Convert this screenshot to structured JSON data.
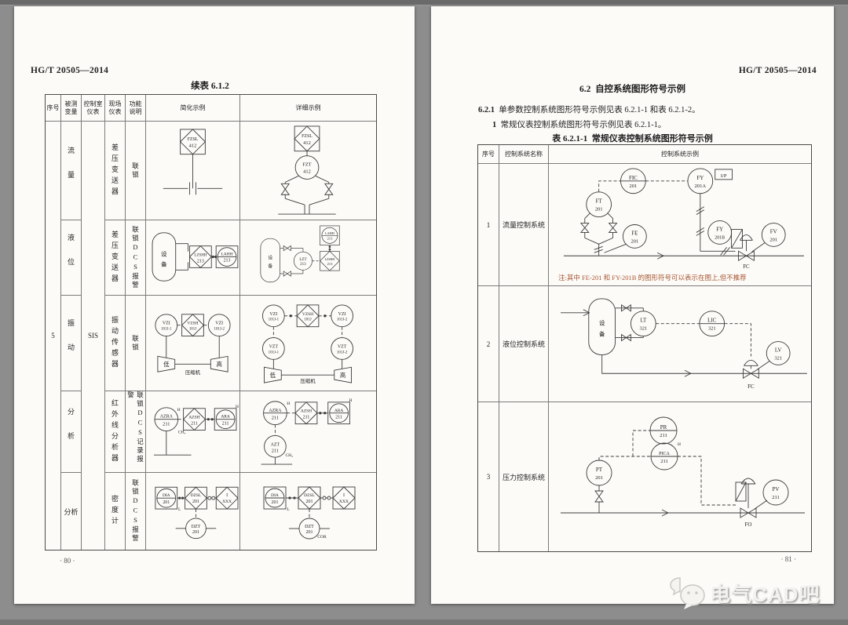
{
  "left": {
    "header": "HG/T 20505—2014",
    "table_title": "续表 6.1.2",
    "cols": {
      "c1": "序号",
      "c2": "被测变量",
      "c3": "控制室仪表",
      "c4": "现场仪表",
      "c5": "功能说明",
      "c6": "简化示例",
      "c7": "详细示例"
    },
    "seq": "5",
    "control_room": "SIS",
    "rows": [
      {
        "v": "流量",
        "f": "差压变送器",
        "fn": "联锁"
      },
      {
        "v": "液位",
        "f": "差压变送器",
        "fn": "联锁DCS报警"
      },
      {
        "v": "振动",
        "f": "振动传感器",
        "fn": "联锁"
      },
      {
        "v": "分析",
        "f": "红外线分析器",
        "fn": "联锁DCS记录报警"
      },
      {
        "v": "分析",
        "f": "密度计",
        "fn": "联锁DCS报警"
      }
    ],
    "pageno": "· 80 ·"
  },
  "right": {
    "header": "HG/T 20505—2014",
    "section_no": "6.2",
    "section_title": "自控系统图形符号示例",
    "p1_no": "6.2.1",
    "p1_text": "单参数控制系统图形符号示例见表 6.2.1-1 和表 6.2.1-2。",
    "p2_no": "1",
    "p2_text": "常规仪表控制系统图形符号示例见表 6.2.1-1。",
    "table_no": "表 6.2.1-1",
    "table_title": "常规仪表控制系统图形符号示例",
    "cols": {
      "c1": "序号",
      "c2": "控制系统名称",
      "c3": "控制系统示例"
    },
    "rows": [
      {
        "seq": "1",
        "name": "流量控制系统"
      },
      {
        "seq": "2",
        "name": "液位控制系统"
      },
      {
        "seq": "3",
        "name": "压力控制系统"
      }
    ],
    "note": "注:其中 FE-201 和 FY-201B 的图形符号可以表示在图上,但不推荐",
    "pageno": "· 81 ·"
  },
  "tags": {
    "fzsl": "FZSL",
    "fzt": "FZT",
    "n412": "412",
    "she": "设",
    "bei": "备",
    "lzshh": "LZSHH",
    "lahh": "LAHH",
    "lzt": "LZT",
    "n213": "213",
    "vzi": "VZI",
    "vzsh": "VZSH",
    "vzt": "VZT",
    "n101j": "101J",
    "n101j1": "101J-1",
    "n101j2": "101J-2",
    "low": "低",
    "high": "高",
    "compressor": "压缩机",
    "azra": "AZRA",
    "azsh": "AZSH",
    "ara": "ARA",
    "azt": "AZT",
    "n211": "211",
    "h": "H",
    "ch4": "CH₄",
    "dia": "DIA",
    "dzsl": "DZSL",
    "dzt": "DZT",
    "n201": "201",
    "l": "L",
    "i": "I",
    "xxx": "XXX",
    "cor": "COR",
    "fic": "FIC",
    "fy": "FY",
    "n201a": "201A",
    "n201b": "201B",
    "ip": "I/P",
    "ft": "FT",
    "fe": "FE",
    "fv": "FV",
    "fc": "FC",
    "lt": "LT",
    "lic": "LIC",
    "lv": "LV",
    "n321": "321",
    "pr": "PR",
    "pica": "PICA",
    "pt": "PT",
    "pv": "PV",
    "fo": "FO"
  },
  "colors": {
    "note": "#a85430"
  },
  "watermark": {
    "text": "电气CAD吧"
  }
}
